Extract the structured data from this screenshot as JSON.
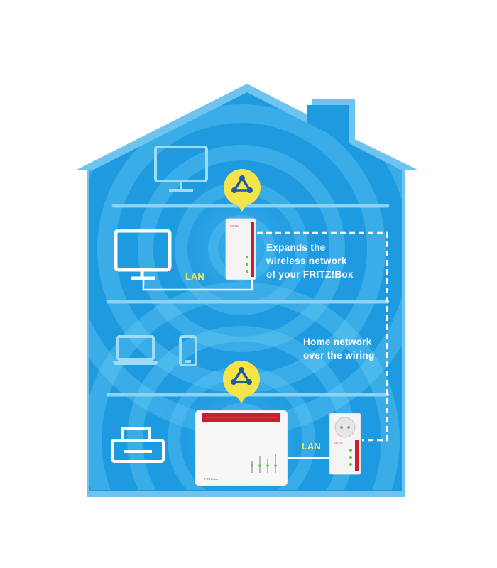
{
  "labels": {
    "expands_line1": "Expands the",
    "expands_line2": "wireless network",
    "expands_line3": "of your FRITZ!Box",
    "home_line1": "Home network",
    "home_line2": "over the wiring",
    "lan_upper": "LAN",
    "lan_lower": "LAN"
  },
  "devices": {
    "repeater_brand": "FRITZ!",
    "router_brand": "FRITZ!Box",
    "powerline_brand": "FRITZ!"
  },
  "colors": {
    "house_outline": "#6fc3ef",
    "house_fill": "#1e9ae0",
    "floor_line": "#8dd1f3",
    "wifi_badge": "#f5e34a",
    "accent_red": "#c8202b",
    "lan_text": "#f3e84a"
  },
  "icons": [
    "wifi-mesh-badge-icon",
    "monitor-icon",
    "tv-icon",
    "laptop-icon",
    "smartphone-icon",
    "printer-icon",
    "router-icon",
    "repeater-icon",
    "powerline-adapter-icon"
  ]
}
